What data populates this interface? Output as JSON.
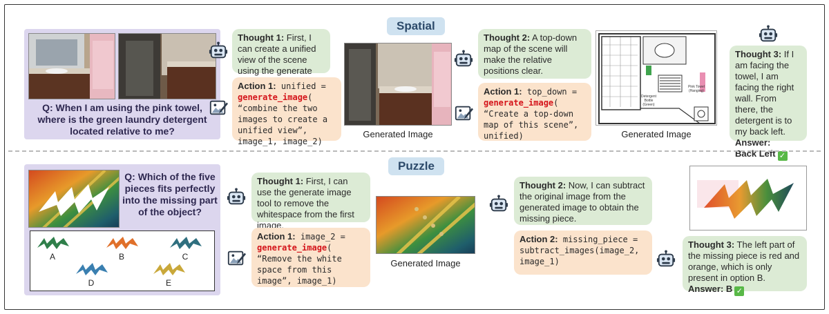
{
  "spatial": {
    "tag": "Spatial",
    "question": "Q: When I am using the pink towel, where is the green laundry detergent located relative to me?",
    "thought1_label": "Thought 1:",
    "thought1_text": " First, I can create a unified view of the scene using the generate image tool.",
    "action1_label": "Action 1:",
    "action1_pre": " unified = ",
    "action1_func": "generate_image",
    "action1_args": "(\n“combine the two images to create a unified view”, image_1, image_2)",
    "gen_caption_1": "Generated Image",
    "thought2_label": "Thought 2:",
    "thought2_text": " A top-down map of the scene will make the relative positions clear.",
    "action2_label": "Action 1:",
    "action2_pre": " top_down = ",
    "action2_func": "generate_image",
    "action2_args": "(\n“Create a top-down map of this scene”, unified)",
    "gen_caption_2": "Generated Image",
    "thought3_label": "Thought 3:",
    "thought3_text": " If I am facing the towel, I am facing the right wall. From there, the detergent is to my back left.",
    "answer_label": "Answer:",
    "answer_value": "Back Left",
    "map_label_detergent": "Detergent Bottle (Green)",
    "map_label_towel": "Pink Towel (Hanging)"
  },
  "puzzle": {
    "tag": "Puzzle",
    "question": "Q: Which of the five pieces fits perfectly into the missing part of the object?",
    "options": [
      "A",
      "B",
      "C",
      "D",
      "E"
    ],
    "thought1_label": "Thought 1:",
    "thought1_text": " First, I can use the generate image tool to remove the whitespace from the first image.",
    "action1_label": "Action 1:",
    "action1_pre": " image_2 = ",
    "action1_func": "generate_image",
    "action1_args": "(\n“Remove the white space from this image”, image_1)",
    "gen_caption": "Generated Image",
    "thought2_label": "Thought 2:",
    "thought2_text": " Now, I can subtract the original image from the generated image to obtain the missing piece.",
    "action2_label": "Action 2:",
    "action2_code": " missing_piece = subtract_images(image_2, image_1)",
    "thought3_label": "Thought 3:",
    "thought3_text": " The left part of the missing piece is red and orange, which is only present in option B.",
    "answer_label": "Answer:",
    "answer_value": "B"
  },
  "icons": {
    "robot": "robot-icon",
    "image_tool": "image-tool-icon",
    "check": "check-mark-icon"
  },
  "colors": {
    "thought_bg": "#dcebd5",
    "action_bg": "#fbe3cc",
    "question_bg": "#dcd6ee",
    "tag_bg": "#cfe2f0",
    "func_red": "#d4141a",
    "check_green": "#58b847"
  }
}
